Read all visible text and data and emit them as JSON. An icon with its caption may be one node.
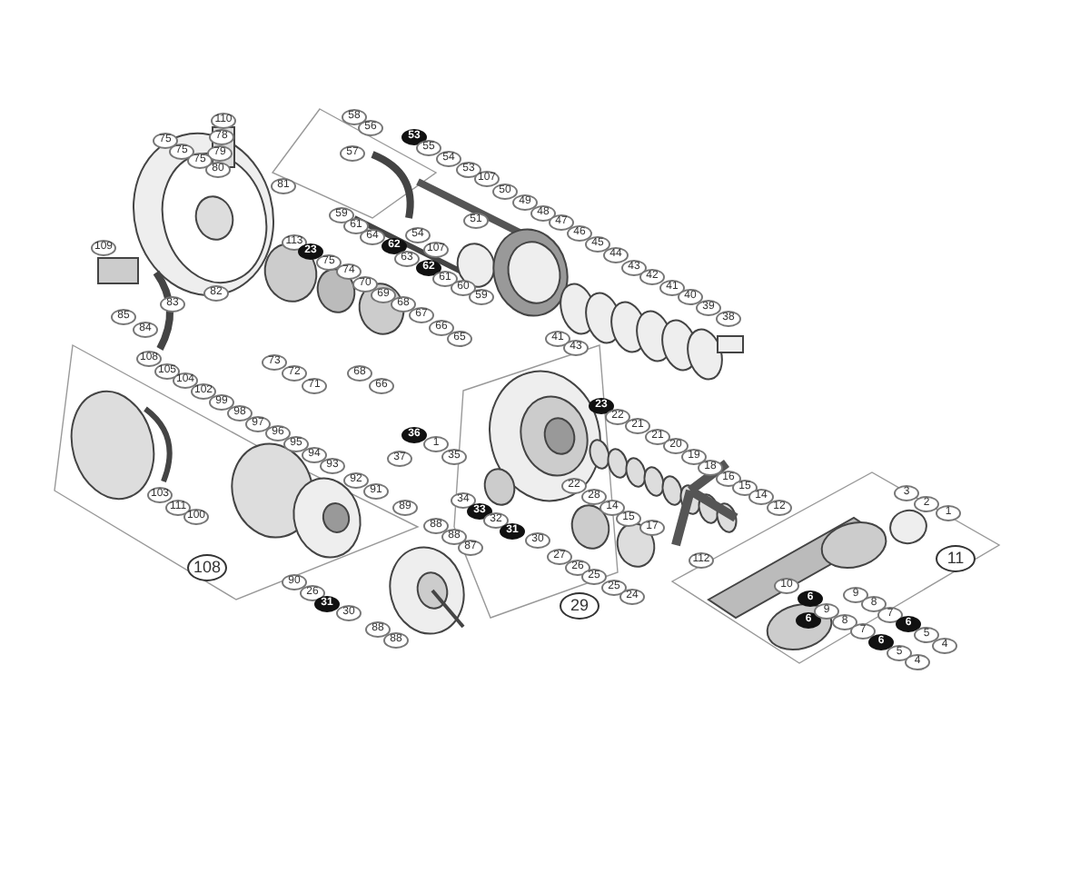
{
  "diagram": {
    "labels": [
      "110",
      "78",
      "79",
      "80",
      "75",
      "75",
      "75",
      "58",
      "56",
      "53",
      "57",
      "81",
      "109",
      "59",
      "61",
      "64",
      "62",
      "63",
      "113",
      "23",
      "75",
      "74",
      "70",
      "69",
      "68",
      "67",
      "82",
      "83",
      "85",
      "84",
      "55",
      "54",
      "53",
      "107",
      "50",
      "49",
      "48",
      "47",
      "46",
      "45",
      "44",
      "43",
      "42",
      "41",
      "40",
      "39",
      "38",
      "41",
      "43",
      "51",
      "54",
      "107",
      "62",
      "61",
      "60",
      "59",
      "66",
      "65",
      "73",
      "72",
      "71",
      "68",
      "66",
      "108",
      "105",
      "104",
      "102",
      "99",
      "98",
      "97",
      "96",
      "95",
      "94",
      "93",
      "92",
      "91",
      "89",
      "103",
      "111",
      "100",
      "108",
      "90",
      "26",
      "31",
      "30",
      "88",
      "88",
      "87",
      "88",
      "88",
      "36",
      "1",
      "35",
      "37",
      "34",
      "23",
      "22",
      "21",
      "21",
      "20",
      "19",
      "18",
      "16",
      "15",
      "14",
      "12",
      "22",
      "17",
      "112",
      "33",
      "32",
      "31",
      "30",
      "28",
      "14",
      "15",
      "27",
      "26",
      "25",
      "25",
      "24",
      "29",
      "3",
      "2",
      "1",
      "11",
      "10",
      "6",
      "9",
      "8",
      "7",
      "6",
      "5",
      "4",
      "6",
      "9",
      "8",
      "7",
      "6",
      "5",
      "4"
    ]
  }
}
